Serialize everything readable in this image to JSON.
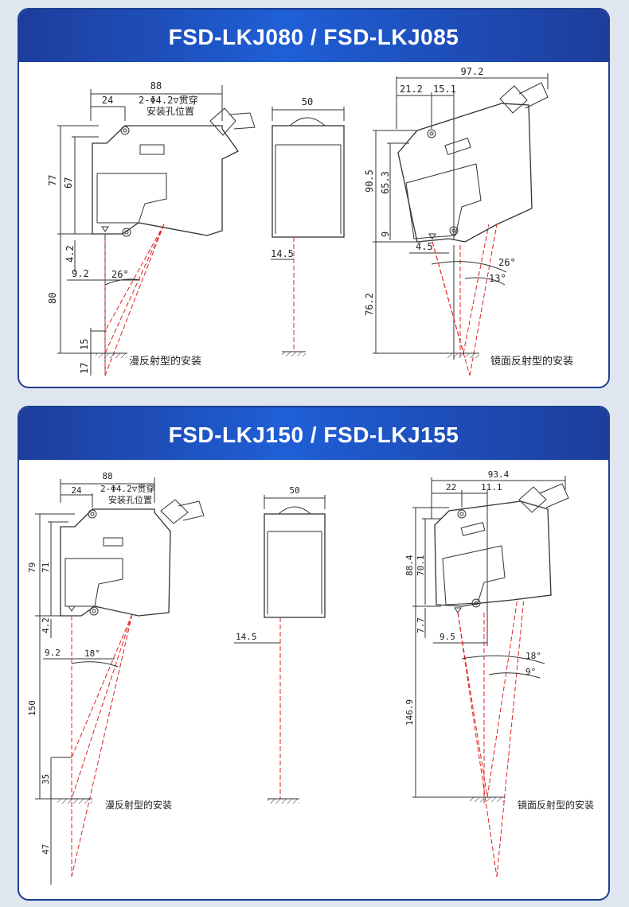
{
  "panels": [
    {
      "title": "FSD-LKJ080 / FSD-LKJ085",
      "dims": {
        "a88": "88",
        "a24": "24",
        "hole": "2-Φ4.2▽贯穿",
        "hole2": "安装孔位置",
        "a77": "77",
        "a67": "67",
        "a42": "4.2",
        "a92": "9.2",
        "a26": "26°",
        "a80": "80",
        "a15": "15",
        "a17": "17",
        "label_diffuse": "漫反射型的安装",
        "b50": "50",
        "b145": "14.5",
        "c972": "97.2",
        "c212": "21.2",
        "c151": "15.1",
        "c905": "90.5",
        "c653": "65.3",
        "c9": "9",
        "c45": "4.5",
        "c26": "26°",
        "c13": "13°",
        "c762": "76.2",
        "label_mirror": "镜面反射型的安装"
      }
    },
    {
      "title": "FSD-LKJ150 / FSD-LKJ155",
      "dims": {
        "a88": "88",
        "a24": "24",
        "hole": "2-Φ4.2▽贯穿",
        "hole2": "安装孔位置",
        "a79": "79",
        "a71": "71",
        "a42": "4.2",
        "a92": "9.2",
        "a18": "18°",
        "a150": "150",
        "a35": "35",
        "a47": "47",
        "label_diffuse": "漫反射型的安装",
        "b50": "50",
        "b145": "14.5",
        "c934": "93.4",
        "c22": "22",
        "c111": "11.1",
        "c884": "88.4",
        "c701": "70.1",
        "c77": "7.7",
        "c95": "9.5",
        "c18": "18°",
        "c9": "9°",
        "c1469": "146.9",
        "label_mirror": "镜面反射型的安装"
      }
    }
  ],
  "colors": {
    "band": "#1f5fd6",
    "border": "#1c3f8f",
    "beam": "#e02020"
  }
}
